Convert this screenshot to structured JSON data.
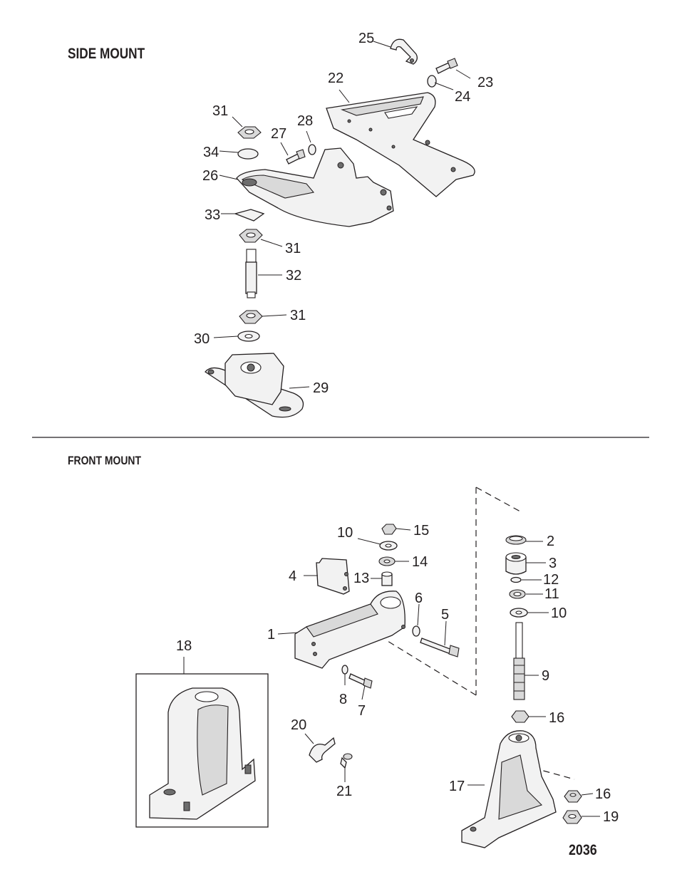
{
  "sections": {
    "side": {
      "title": "SIDE MOUNT"
    },
    "front": {
      "title": "FRONT MOUNT"
    }
  },
  "figure_number": "2036",
  "callouts": {
    "c25": "25",
    "c23": "23",
    "c24": "24",
    "c22": "22",
    "c28": "28",
    "c31a": "31",
    "c27": "27",
    "c34": "34",
    "c26": "26",
    "c33": "33",
    "c31b": "31",
    "c32": "32",
    "c31c": "31",
    "c30": "30",
    "c29": "29",
    "c15": "15",
    "c10a": "10",
    "c14": "14",
    "c4": "4",
    "c13": "13",
    "c6": "6",
    "c5": "5",
    "c1": "1",
    "c8": "8",
    "c7": "7",
    "c20": "20",
    "c21": "21",
    "c18": "18",
    "c2": "2",
    "c3": "3",
    "c12": "12",
    "c11": "11",
    "c10b": "10",
    "c9": "9",
    "c16a": "16",
    "c17": "17",
    "c16b": "16",
    "c19": "19"
  }
}
